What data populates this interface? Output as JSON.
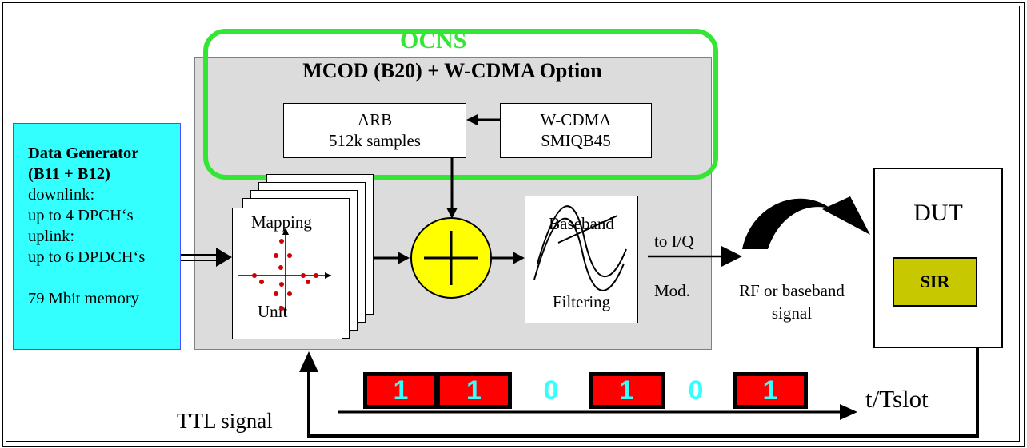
{
  "ocns": {
    "label": "OCNS"
  },
  "mcod": {
    "title": "MCOD (B20) + W-CDMA Option"
  },
  "arb": {
    "line1": "ARB",
    "line2": "512k samples"
  },
  "wcdma": {
    "line1": "W-CDMA",
    "line2": "SMIQB45"
  },
  "data_generator": {
    "title": "Data Generator",
    "option": "(B11 + B12)",
    "lines": [
      "downlink:",
      "up to 4 DPCH‘s",
      "uplink:",
      "up to 6 DPDCH‘s",
      "",
      "79 Mbit memory"
    ]
  },
  "mapping": {
    "top": "Mapping",
    "bottom": "Unit"
  },
  "filtering": {
    "top": "Baseband",
    "bottom": "Filtering"
  },
  "iq": {
    "line1": "to I/Q",
    "line2": "Mod."
  },
  "rf": {
    "line1": "RF or baseband",
    "line2": "signal"
  },
  "dut": {
    "label": "DUT",
    "sir": "SIR"
  },
  "ttl": {
    "label": "TTL signal"
  },
  "time_axis": {
    "label": "t/Tslot"
  },
  "bits": [
    "1",
    "1",
    "0",
    "1",
    "0",
    "1"
  ],
  "colors": {
    "ocns": "#33e633",
    "data_generator": "#33ffff",
    "mcod_panel": "#dcdcdc",
    "adder": "#ffff00",
    "sir": "#c8c800",
    "slot_fill": "#ff0000",
    "bit_text": "#33ffff"
  }
}
